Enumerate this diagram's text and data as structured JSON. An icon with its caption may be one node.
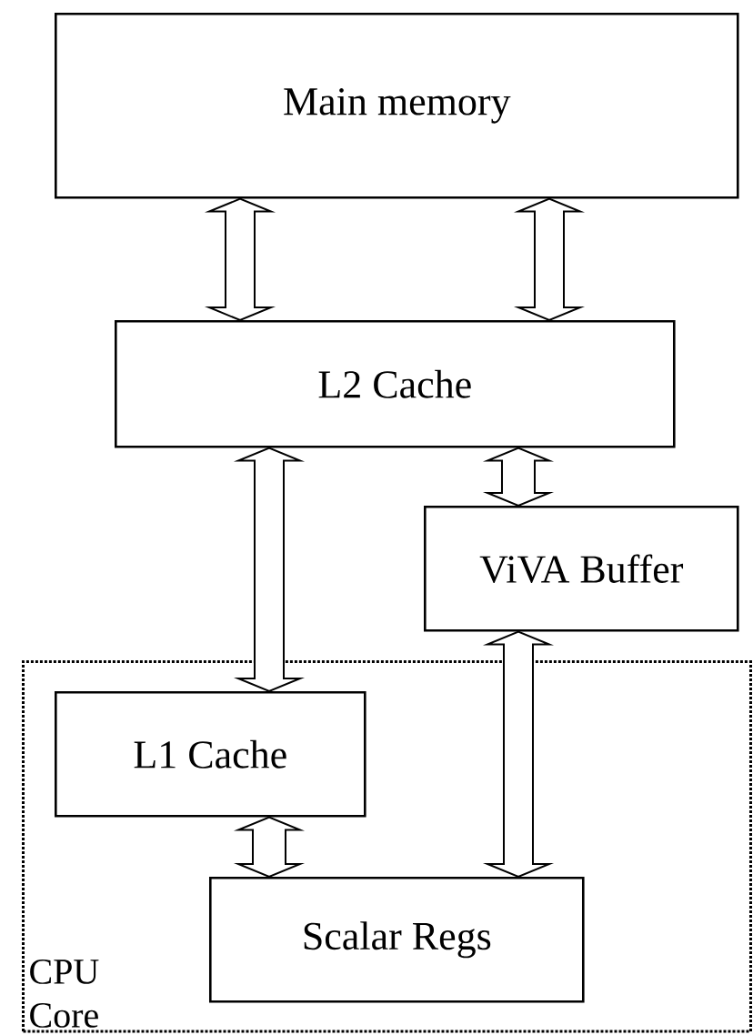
{
  "diagram": {
    "nodes": [
      {
        "text": [
          "Main memory"
        ]
      },
      {
        "text": [
          "L2 Cache"
        ]
      },
      {
        "text": [
          "ViVA Buffer"
        ]
      },
      {
        "text": [
          "CPU Core"
        ]
      },
      {
        "text": [
          "L1 Cache"
        ],
        "in": 3
      },
      {
        "text": [
          "Scalar Regs"
        ],
        "in": 3
      }
    ],
    "edges": [
      {
        "from": 0,
        "to": 1,
        "arrow": "both"
      },
      {
        "from": 0,
        "to": 1,
        "arrow": "both"
      },
      {
        "from": 1,
        "to": 4,
        "arrow": "both"
      },
      {
        "from": 1,
        "to": 2,
        "arrow": "both"
      },
      {
        "from": 2,
        "to": 5,
        "arrow": "both"
      },
      {
        "from": 4,
        "to": 5,
        "arrow": "both"
      }
    ]
  }
}
